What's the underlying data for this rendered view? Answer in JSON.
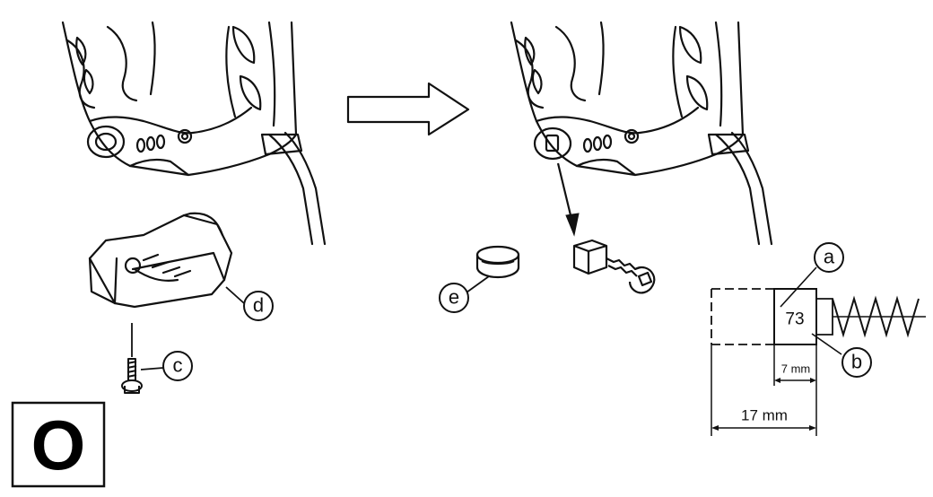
{
  "callouts": {
    "a": "a",
    "b": "b",
    "c": "c",
    "d": "d",
    "e": "e"
  },
  "brush": {
    "marking": "73",
    "limit_dimension": "7 mm",
    "total_dimension": "17 mm"
  },
  "step_label": "O",
  "colors": {
    "line": "#111111",
    "background": "#ffffff"
  }
}
